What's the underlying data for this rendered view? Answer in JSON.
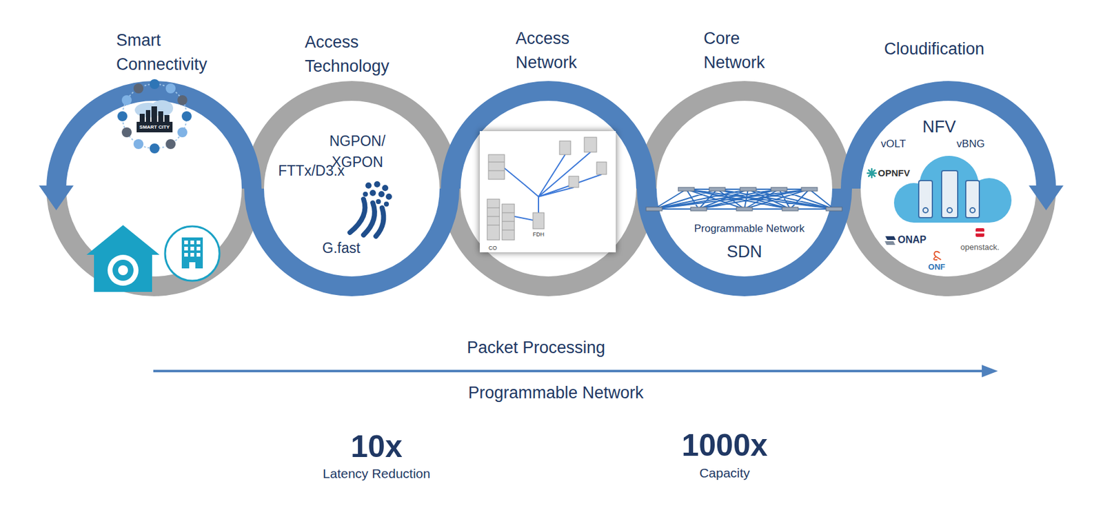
{
  "diagram": {
    "nodes": [
      {
        "text": [
          "Smart Connectivity"
        ]
      },
      {
        "text": [
          "Access Technology",
          "NGPON/ XGPON",
          "FTTx/D3.x",
          "G.fast"
        ]
      },
      {
        "text": [
          "Access Network"
        ]
      },
      {
        "text": [
          "Core Network",
          "Programmable Network",
          "SDN"
        ]
      },
      {
        "text": [
          "Cloudification",
          "NFV",
          "vOLT",
          "vBNG",
          "OPNFV",
          "ONAP",
          "openstack.",
          "ONF"
        ]
      }
    ],
    "labels": [
      "SMART CITY",
      "FDH",
      "CO",
      "Packet Processing",
      "Programmable Network",
      "10x",
      "Latency Reduction",
      "1000x",
      "Capacity"
    ]
  }
}
